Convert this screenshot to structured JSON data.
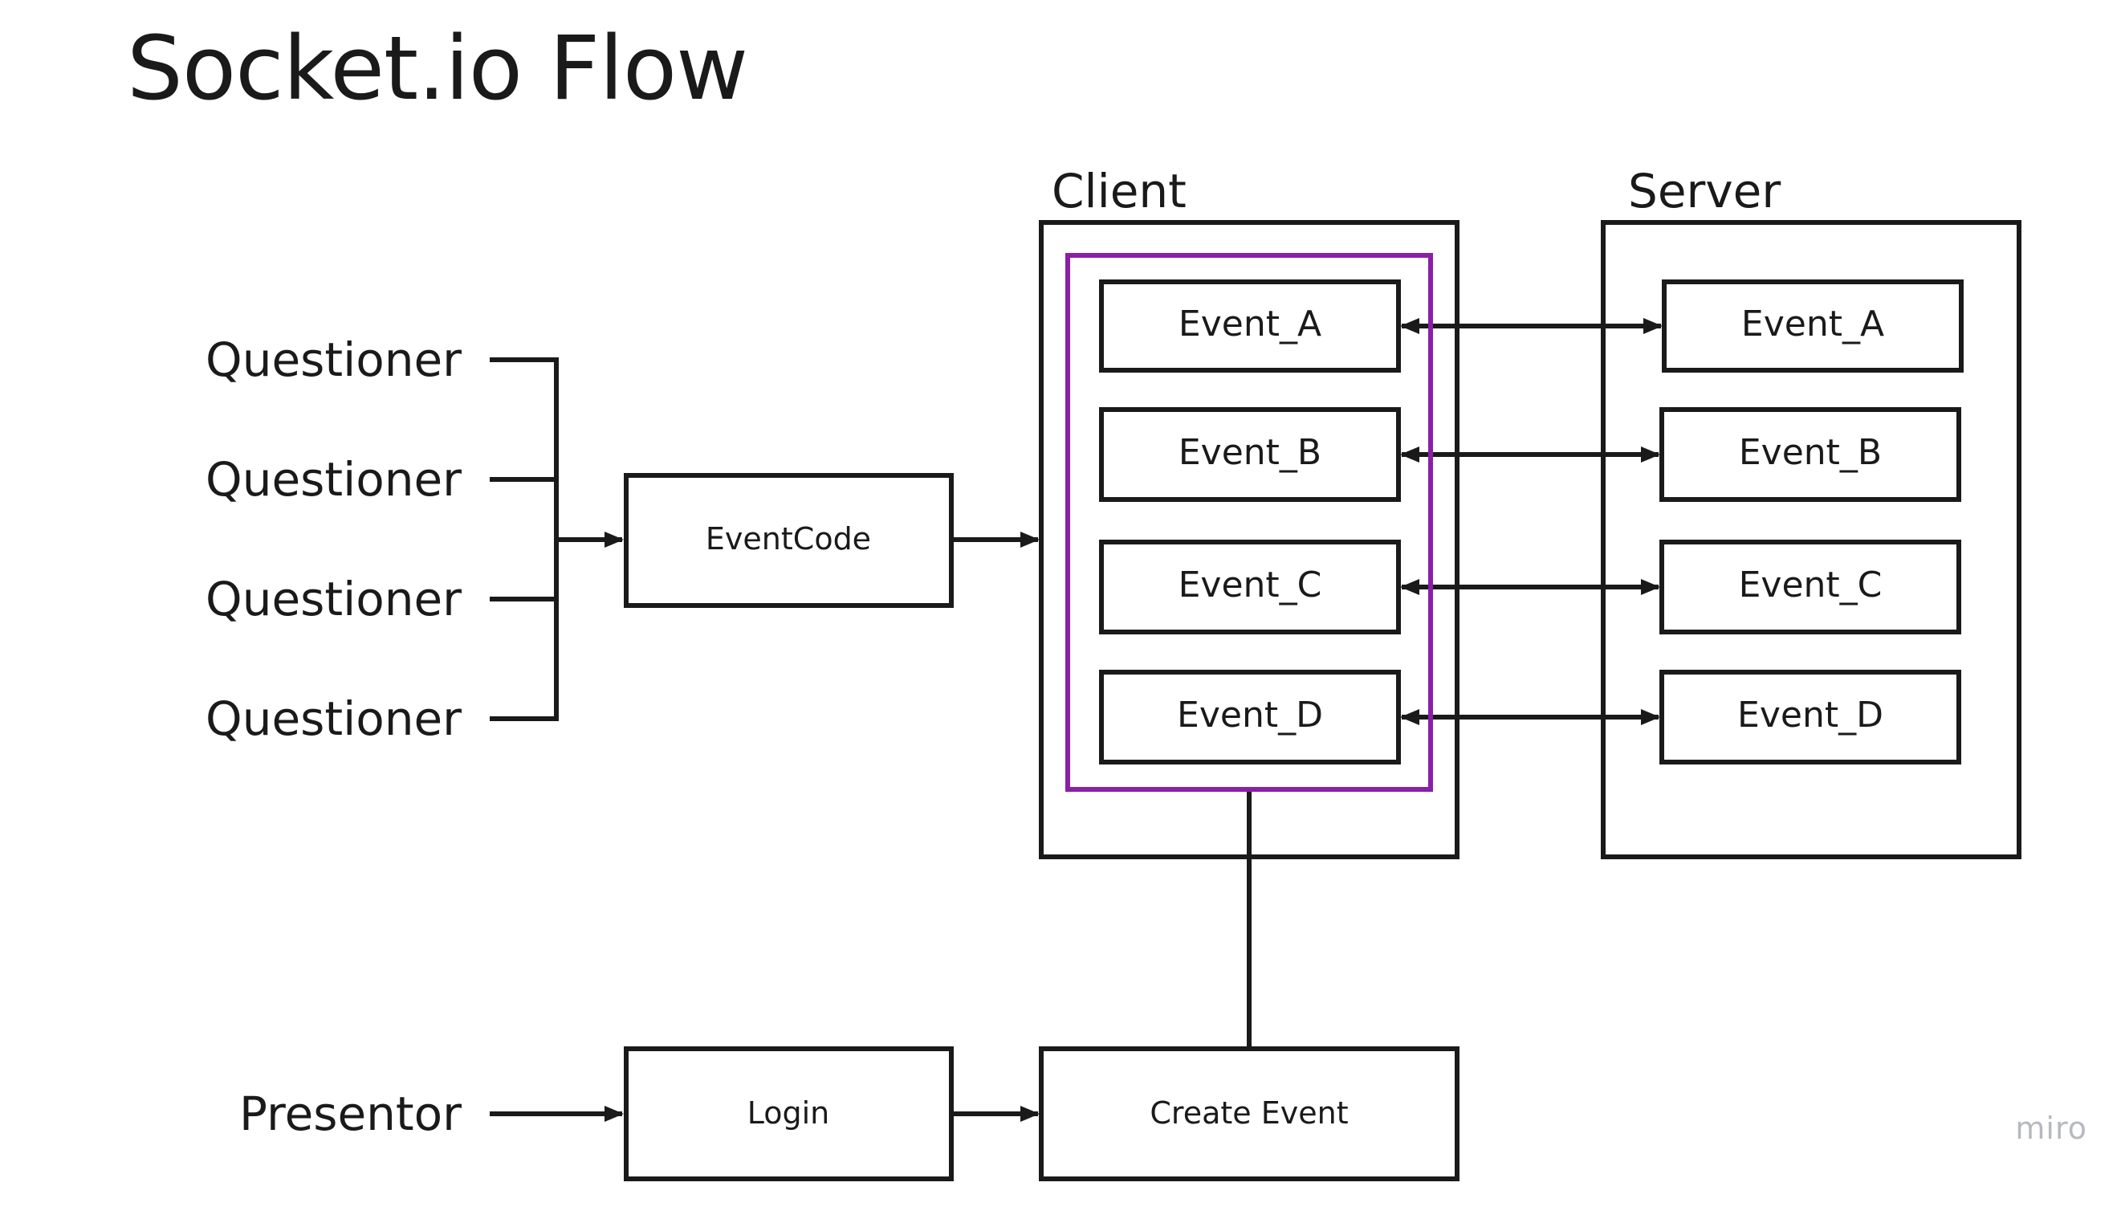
{
  "title": "Socket.io Flow",
  "watermark": "miro",
  "colors": {
    "stroke": "#1a1a1a",
    "highlight": "#8a1fa8",
    "background": "#ffffff",
    "watermark": "#b7b9c0"
  },
  "nodes": {
    "questioners": [
      "Questioner",
      "Questioner",
      "Questioner",
      "Questioner"
    ],
    "presentor": "Presentor",
    "event_code": "EventCode",
    "login": "Login",
    "create_event": "Create Event",
    "client_label": "Client",
    "server_label": "Server",
    "client_events": [
      "Event_A",
      "Event_B",
      "Event_C",
      "Event_D"
    ],
    "server_events": [
      "Event_A",
      "Event_B",
      "Event_C",
      "Event_D"
    ]
  }
}
